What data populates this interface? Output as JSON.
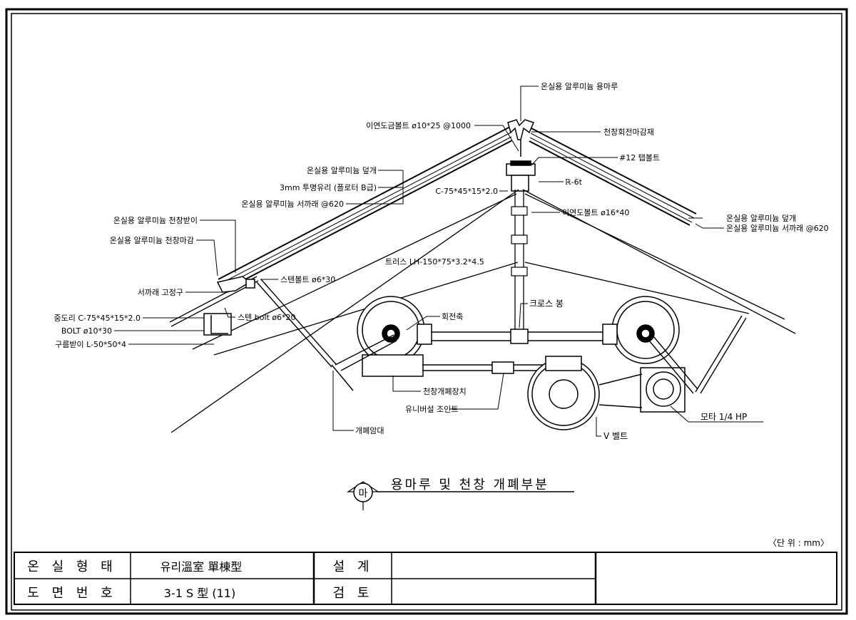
{
  "callouts": {
    "ridge": "온실용 알루미늄 용마루",
    "iron_bolt": "이연도금볼트 ø10*25 @1000",
    "ridge_vent_finish": "천창회전마감재",
    "tap_bolt": "#12 탭볼트",
    "cover_left": "온실용 알루미늄 덮개",
    "glass": "3mm 투명유리 (플로터 B급)",
    "rafter_left": "온실용 알루미늄 서까래 @620",
    "plate": "ℝ-6t",
    "c_channel_top": "C-75*45*15*2.0",
    "iron_bolt2": "이연도볼트 ø16*40",
    "cover_right": "온실용 알루미늄 덮개",
    "rafter_right": "온실용 알루미늄 서까래 @620",
    "vent_support": "온실용 알루미늄 천창받이",
    "vent_finish": "온실용 알루미늄 천창마감",
    "rafter_fixture": "서까래 고정구",
    "stainless_bolt1": "스텐볼트 ø6*30",
    "truss": "트러스 LH-150*75*3.2*4.5",
    "purlin": "중도리 C-75*45*15*2.0",
    "stainless_bolt2": "스텐 bolt ø6*20",
    "bolt": "BOLT ø10*30",
    "gutter_support": "구름받이 L-50*50*4",
    "rotation_axis": "회전축",
    "cross_bar": "크로스 봉",
    "vent_device": "천창개폐장치",
    "universal_joint": "유니버설 조인트",
    "opening_arm": "개폐암대",
    "motor": "모타 1/4 HP",
    "v_belt": "V 벨트"
  },
  "caption": {
    "marker": "마",
    "title": "용마루 및 천창 개폐부분"
  },
  "unit_note": "〈단 위 : mm〉",
  "title_block": {
    "type_label": "온 실 형 태",
    "type_value": "유리溫室 單棟型",
    "number_label": "도 면 번 호",
    "number_value": "3-1 S 型 (11)",
    "design_label": "설 계",
    "review_label": "검 토"
  }
}
